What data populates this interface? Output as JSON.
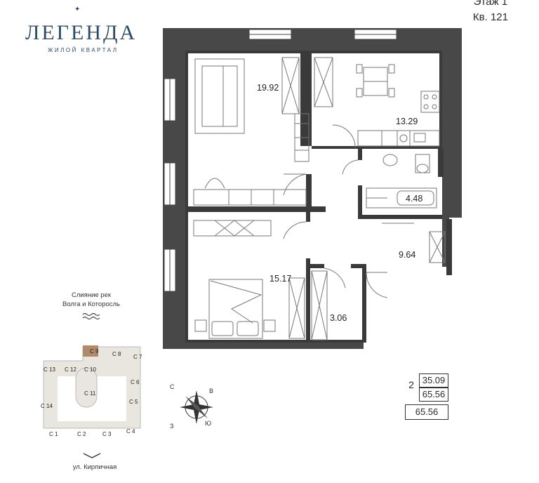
{
  "brand": {
    "name": "ЛЕГЕНДА",
    "subtitle": "ЖИЛОЙ КВАРТАЛ"
  },
  "floor_info": {
    "floor": "Этаж 1",
    "apartment": "Кв. 121"
  },
  "rooms": [
    {
      "id": "living",
      "area": "19.92"
    },
    {
      "id": "kitchen",
      "area": "13.29"
    },
    {
      "id": "bathroom",
      "area": "4.48"
    },
    {
      "id": "hall",
      "area": "9.64"
    },
    {
      "id": "bedroom",
      "area": "15.17"
    },
    {
      "id": "wardrobe",
      "area": "3.06"
    }
  ],
  "location": {
    "rivers": "Слияние рек",
    "rivers_line2": "Волга и Которосль",
    "street": "ул. Кирпичная",
    "sections": [
      "С 9",
      "С 8",
      "С 7",
      "С 13",
      "С 12",
      "С 10",
      "С 6",
      "С 11",
      "С 5",
      "С 14",
      "С 1",
      "С 2",
      "С 3",
      "С 4"
    ],
    "highlighted_section": "С 9",
    "highlight_color": "#b08a6a"
  },
  "compass": {
    "north": "С",
    "east": "В",
    "west": "З",
    "south": "Ю"
  },
  "stats": {
    "rooms": "2",
    "living_area": "35.09",
    "total_area": "65.56",
    "total_area_2": "65.56"
  },
  "colors": {
    "wall": "#3a3a3a",
    "outer_wall": "#454545",
    "brand": "#2c4b6b"
  }
}
